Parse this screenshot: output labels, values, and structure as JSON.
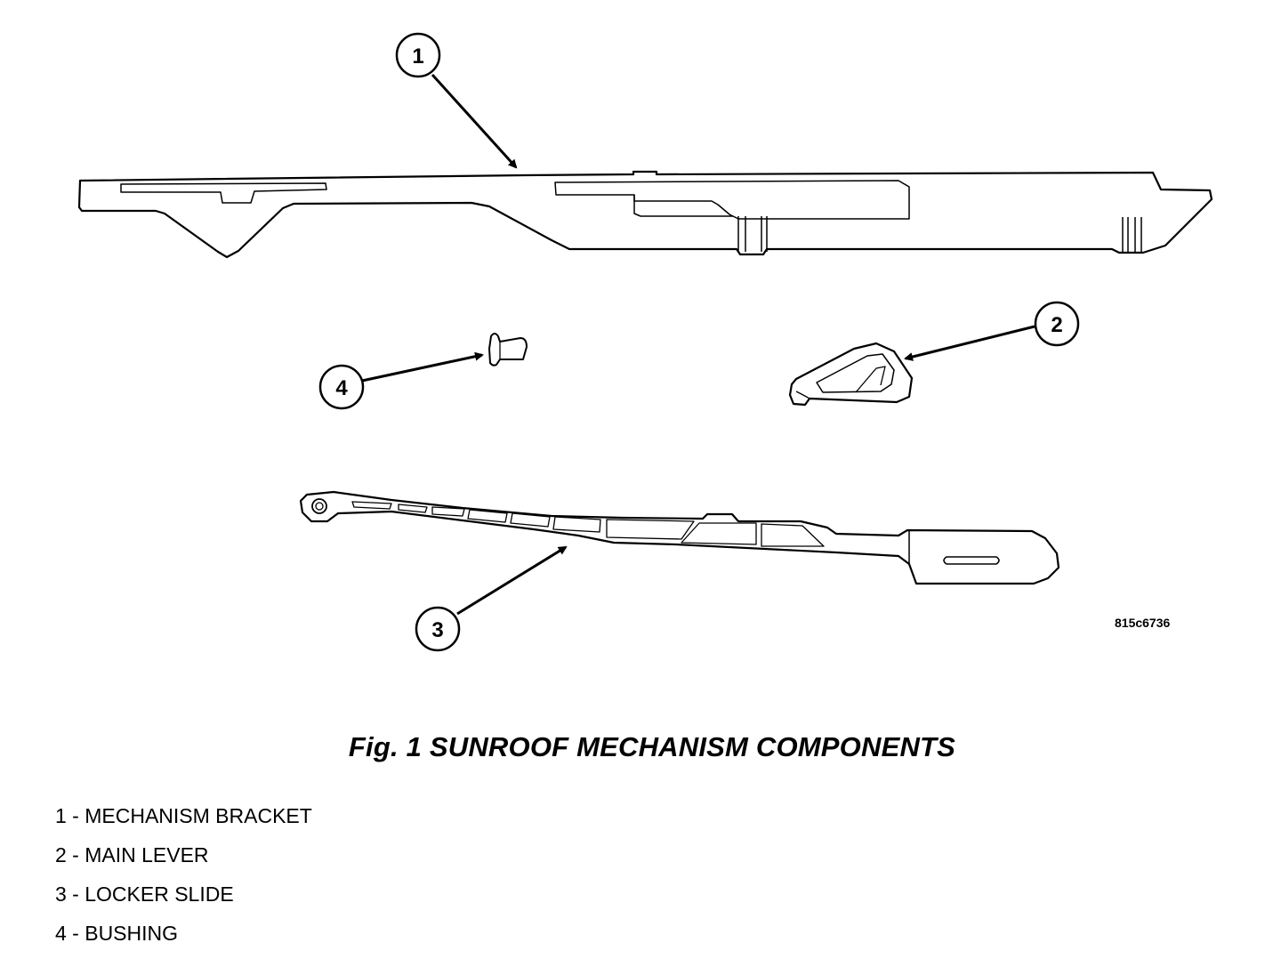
{
  "callouts": [
    "1",
    "2",
    "3",
    "4"
  ],
  "figure_code": "815c6736",
  "caption": "Fig. 1 SUNROOF MECHANISM COMPONENTS",
  "legend": [
    "1 - MECHANISM BRACKET",
    "2 - MAIN LEVER",
    "3 - LOCKER SLIDE",
    "4 - BUSHING"
  ]
}
